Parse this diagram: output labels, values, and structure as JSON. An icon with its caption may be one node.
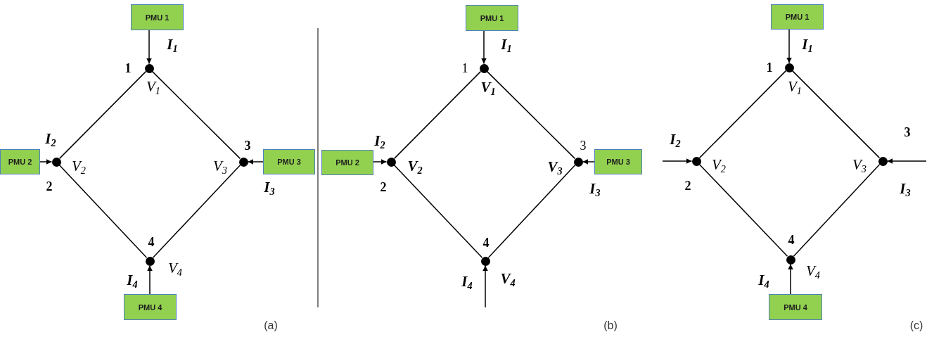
{
  "diagram": {
    "nodes": [
      {
        "text": [
          "PMU 1"
        ]
      },
      {
        "text": [],
        "shape": "circle",
        "beside": [
          "1",
          "V$_{1}$"
        ]
      },
      {
        "text": [
          "PMU 2"
        ]
      },
      {
        "text": [],
        "shape": "circle",
        "beside": [
          "V$_{2}$",
          "2"
        ]
      },
      {
        "text": [],
        "shape": "circle",
        "beside": [
          "3",
          "V$_{3}$"
        ]
      },
      {
        "text": [
          "PMU 3"
        ]
      },
      {
        "text": [],
        "shape": "circle",
        "beside": [
          "4",
          "V$_{4}$"
        ]
      },
      {
        "text": [
          "PMU 4"
        ]
      },
      {
        "text": [
          "PMU 1"
        ]
      },
      {
        "text": [],
        "shape": "circle",
        "beside": [
          "1",
          "V$_{1}$"
        ]
      },
      {
        "text": [
          "PMU 2"
        ]
      },
      {
        "text": [],
        "shape": "circle",
        "beside": [
          "V$_{2}$",
          "2"
        ]
      },
      {
        "text": [],
        "shape": "circle",
        "beside": [
          "3",
          "V$_{3}$"
        ]
      },
      {
        "text": [
          "PMU 3"
        ]
      },
      {
        "text": [],
        "shape": "circle",
        "beside": [
          "4",
          "V$_{4}$"
        ]
      },
      {
        "text": [
          "PMU 1"
        ]
      },
      {
        "text": [],
        "shape": "circle",
        "beside": [
          "1",
          "V$_{1}$"
        ]
      },
      {
        "text": [],
        "shape": "circle",
        "beside": [
          "V$_{2}$",
          "2"
        ]
      },
      {
        "text": [],
        "shape": "circle",
        "beside": [
          "3",
          "V$_{3}$"
        ]
      },
      {
        "text": [],
        "shape": "circle",
        "beside": [
          "4",
          "V$_{4}$"
        ]
      },
      {
        "text": [
          "PMU 4"
        ]
      }
    ],
    "edges": [
      {
        "from": 0,
        "to": 1,
        "arrow": "to",
        "label": "I$_{1}$"
      },
      {
        "from": 2,
        "to": 3,
        "arrow": "to",
        "label": "I$_{2}$"
      },
      {
        "from": 5,
        "to": 4,
        "arrow": "to",
        "label": "I$_{3}$"
      },
      {
        "from": 7,
        "to": 6,
        "arrow": "to",
        "label": "I$_{4}$"
      },
      {
        "from": 1,
        "to": 3,
        "arrow": "none"
      },
      {
        "from": 1,
        "to": 4,
        "arrow": "none"
      },
      {
        "from": 3,
        "to": 6,
        "arrow": "none"
      },
      {
        "from": 4,
        "to": 6,
        "arrow": "none"
      },
      {
        "from": 8,
        "to": 9,
        "arrow": "to",
        "label": "I$_{1}$"
      },
      {
        "from": 10,
        "to": 11,
        "arrow": "to",
        "label": "I$_{2}$"
      },
      {
        "from": 13,
        "to": 12,
        "arrow": "to",
        "label": "I$_{3}$"
      },
      {
        "from": null,
        "to": 14,
        "arrow": "to",
        "label": "I$_{4}$"
      },
      {
        "from": 9,
        "to": 11,
        "arrow": "none"
      },
      {
        "from": 9,
        "to": 12,
        "arrow": "none"
      },
      {
        "from": 11,
        "to": 14,
        "arrow": "none"
      },
      {
        "from": 12,
        "to": 14,
        "arrow": "none"
      },
      {
        "from": 15,
        "to": 16,
        "arrow": "to",
        "label": "I$_{1}$"
      },
      {
        "from": null,
        "to": 17,
        "arrow": "to",
        "label": "I$_{2}$"
      },
      {
        "from": null,
        "to": 18,
        "arrow": "to",
        "label": "I$_{3}$"
      },
      {
        "from": 20,
        "to": 19,
        "arrow": "to",
        "label": "I$_{4}$"
      },
      {
        "from": 16,
        "to": 17,
        "arrow": "none"
      },
      {
        "from": 16,
        "to": 18,
        "arrow": "none"
      },
      {
        "from": 17,
        "to": 19,
        "arrow": "none"
      },
      {
        "from": 18,
        "to": 19,
        "arrow": "none"
      }
    ],
    "labels": [
      "(a)",
      "(b)",
      "(c)"
    ]
  }
}
